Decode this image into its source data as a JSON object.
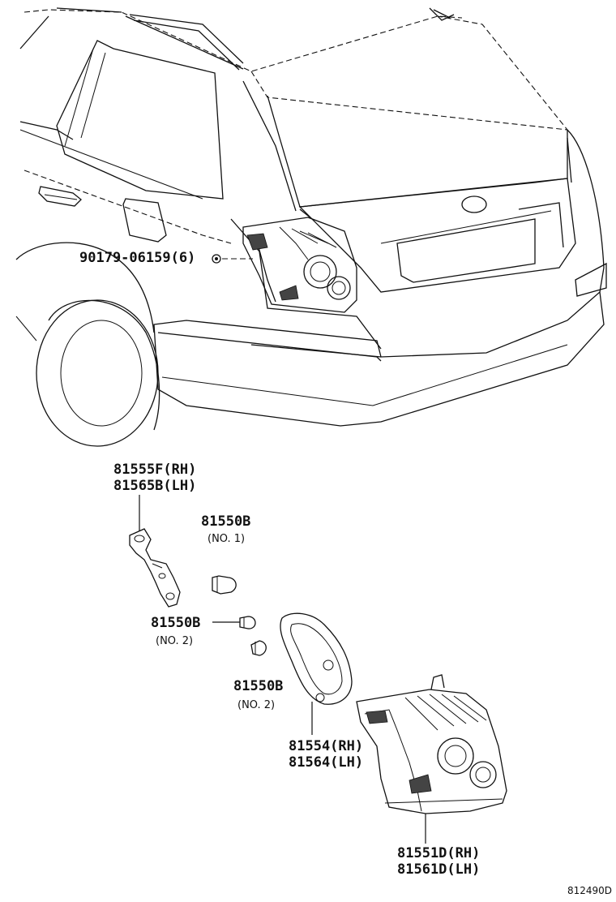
{
  "labels": {
    "clip": "90179-06159(6)",
    "socket_rh": "81555F(RH)",
    "socket_lh": "81565B(LH)",
    "bulb_no1": "81550B",
    "bulb_no1_note": "(NO. 1)",
    "bulb_no2a": "81550B",
    "bulb_no2a_note": "(NO. 2)",
    "bulb_no2b": "81550B",
    "bulb_no2b_note": "(NO. 2)",
    "gasket_rh": "81554(RH)",
    "gasket_lh": "81564(LH)",
    "lamp_rh": "81551D(RH)",
    "lamp_lh": "81561D(LH)",
    "illustration_code": "812490D"
  }
}
